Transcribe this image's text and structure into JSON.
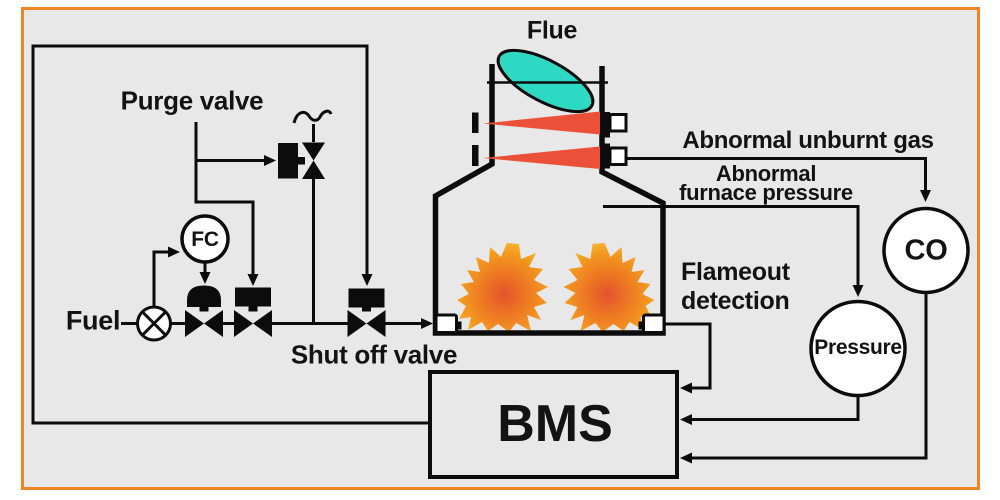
{
  "labels": {
    "flue": "Flue",
    "purge_valve": "Purge valve",
    "fuel": "Fuel",
    "shut_off_valve": "Shut off valve",
    "abnormal_unburnt_gas": "Abnormal unburnt gas",
    "abnormal_furnace_pressure_line1": "Abnormal",
    "abnormal_furnace_pressure_line2": "furnace pressure",
    "flameout_detection_line1": "Flameout",
    "flameout_detection_line2": "detection",
    "bms": "BMS",
    "flow_controller": "FC",
    "co_analyzer": "CO",
    "pressure_sensor": "Pressure"
  },
  "colors": {
    "page_background": "#ffffff",
    "canvas_background": "#e8e8e8",
    "frame_border": "#ee8522",
    "line": "#0c0c0c",
    "damper_fill": "#2ed9c3",
    "beam_fill": "#ea5138",
    "flame_core": "#e4532c",
    "flame_mid": "#ee7a22",
    "flame_outer": "#f39c20",
    "flame_tip": "#f9ba33",
    "instrument_fill": "#ffffff"
  }
}
